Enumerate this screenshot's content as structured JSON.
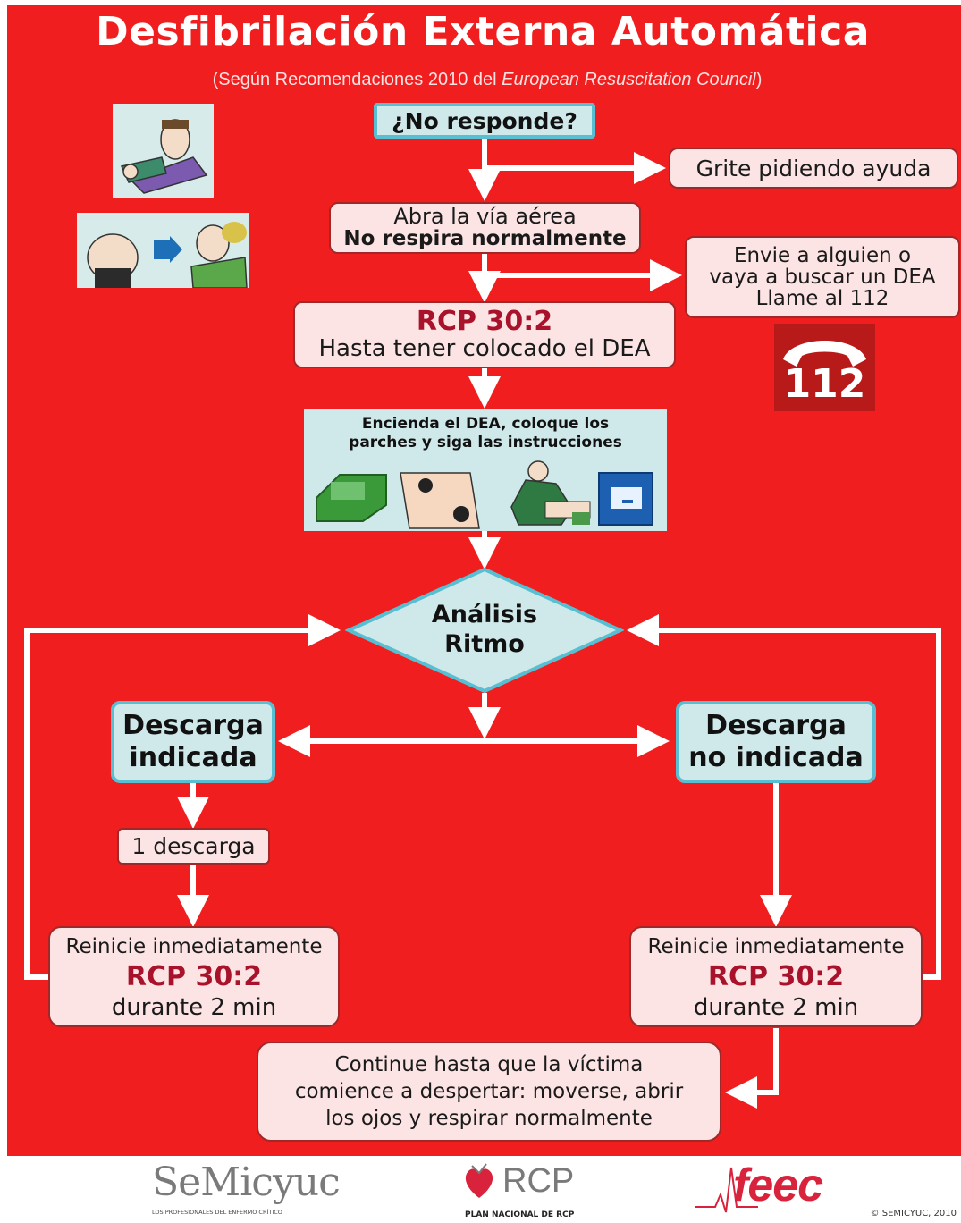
{
  "title": "Desfibrilación Externa Automática",
  "subtitle_prefix": "(Según Recomendaciones 2010 del ",
  "subtitle_italic": "European Resuscitation Council",
  "subtitle_suffix": ")",
  "nodes": {
    "no_responde": "¿No responde?",
    "grite": "Grite pidiendo ayuda",
    "abra_line1": "Abra la vía aérea",
    "abra_line2": "No respira normalmente",
    "envie_line1": "Envie a alguien o",
    "envie_line2": "vaya a buscar un DEA",
    "envie_line3": "Llame al 112",
    "rcp1_line1": "RCP 30:2",
    "rcp1_line2": "Hasta tener colocado el DEA",
    "dea_line1": "Encienda el DEA, coloque los",
    "dea_line2": "parches y siga las instrucciones",
    "analisis_line1": "Análisis",
    "analisis_line2": "Ritmo",
    "descarga_ind_line1": "Descarga",
    "descarga_ind_line2": "indicada",
    "descarga_noind_line1": "Descarga",
    "descarga_noind_line2": "no indicada",
    "una_descarga": "1 descarga",
    "reinicie_left_line1": "Reinicie inmediatamente",
    "reinicie_left_line2": "RCP 30:2",
    "reinicie_left_line3": "durante 2 min",
    "reinicie_right_line1": "Reinicie inmediatamente",
    "reinicie_right_line2": "RCP 30:2",
    "reinicie_right_line3": "durante 2 min",
    "continue_line1": "Continue hasta que la víctima",
    "continue_line2": "comience a despertar: moverse, abrir",
    "continue_line3": "los ojos y respirar normalmente"
  },
  "phone_number": "112",
  "footer": {
    "semicyuc_logo": "SeMicyuc",
    "semicyuc_tagline": "LOS PROFESIONALES DEL ENFERMO CRÍTICO",
    "rcp_logo": "RCP",
    "rcp_tagline": "PLAN NACIONAL DE RCP",
    "feec_logo": "feec",
    "copyright": "© SEMICYUC, 2010"
  },
  "colors": {
    "background": "#f01e1e",
    "pink_box": "#fde4e4",
    "blue_box": "#cfe9ea",
    "blue_border": "#58bfd2",
    "rcp_text": "#a9122b"
  }
}
